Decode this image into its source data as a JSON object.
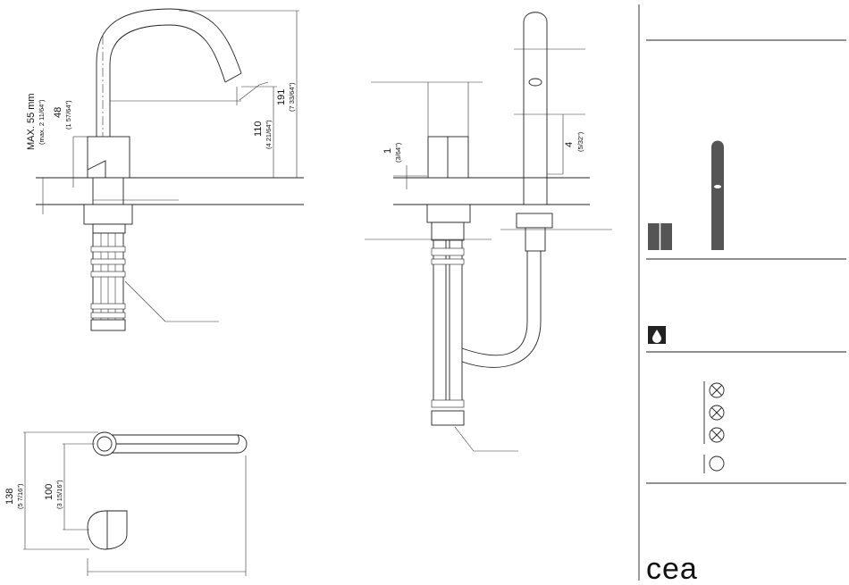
{
  "dimensions": {
    "max_thickness": {
      "mm": "MAX. 55 mm",
      "inch": "(max. 2 11/64\")"
    },
    "spout_height_48": {
      "mm": "48",
      "inch": "(1 57/64\")"
    },
    "spout_reach_110": {
      "mm": "110",
      "inch": "(4 21/64\")"
    },
    "total_height_191": {
      "mm": "191",
      "inch": "(7 33/64\")"
    },
    "handle_1": {
      "mm": "1",
      "inch": "(3/64\")"
    },
    "lever_4": {
      "mm": "4",
      "inch": "(5/32\")"
    },
    "depth_138": {
      "mm": "138",
      "inch": "(5 7/16\")"
    },
    "depth_100": {
      "mm": "100",
      "inch": "(3 15/16\")"
    }
  },
  "brand": {
    "logo_text": "cea"
  },
  "icons": {
    "finish_swatch": "two-panel-square-icon",
    "product": "spout-silhouette-icon",
    "water": "water-drop-icon",
    "spec_1": "crossed-circle-icon",
    "spec_2": "crossed-circle-icon",
    "spec_3": "crossed-circle-icon",
    "spec_4": "open-circle-icon"
  },
  "colors": {
    "line": "#222222",
    "swatch": "#555555",
    "panel_rule": "#333333"
  }
}
